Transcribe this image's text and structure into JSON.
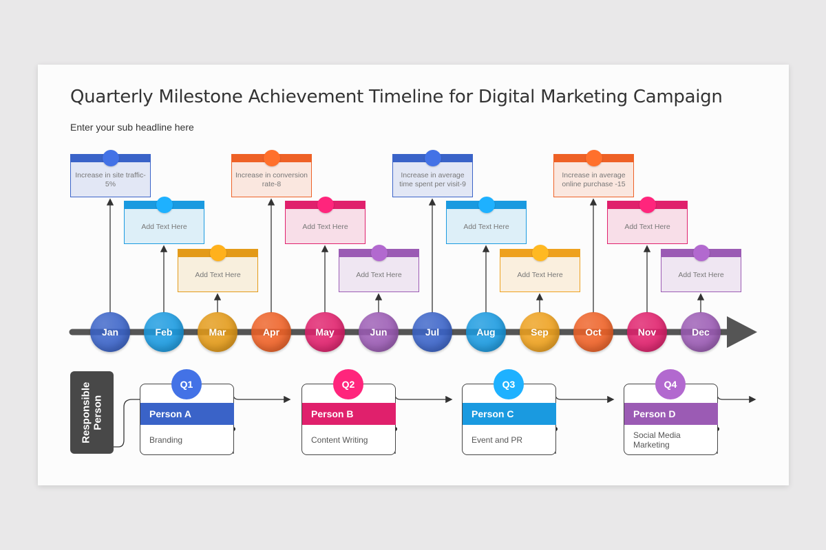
{
  "title": "Quarterly Milestone Achievement Timeline for Digital Marketing Campaign",
  "subtitle": "Enter your sub headline here",
  "months": [
    {
      "label": "Jan",
      "color": "#3a63c8",
      "callout": "Increase in site traffic-5%",
      "row": 1
    },
    {
      "label": "Feb",
      "color": "#1a9ae0",
      "callout": "Add Text Here",
      "row": 2
    },
    {
      "label": "Mar",
      "color": "#e39a18",
      "callout": "Add Text Here",
      "row": 3
    },
    {
      "label": "Apr",
      "color": "#ee6126",
      "callout": "Increase in conversion rate-8",
      "row": 1
    },
    {
      "label": "May",
      "color": "#e0206c",
      "callout": "Add Text Here",
      "row": 2
    },
    {
      "label": "Jun",
      "color": "#9b5bb4",
      "callout": "Add Text Here",
      "row": 3
    },
    {
      "label": "Jul",
      "color": "#3a63c8",
      "callout": "Increase in average time spent per visit-9",
      "row": 1
    },
    {
      "label": "Aug",
      "color": "#1a9ae0",
      "callout": "Add Text Here",
      "row": 2
    },
    {
      "label": "Sep",
      "color": "#eea11e",
      "callout": "Add Text Here",
      "row": 3
    },
    {
      "label": "Oct",
      "color": "#ee6126",
      "callout": "Increase in average online purchase -15",
      "row": 1
    },
    {
      "label": "Nov",
      "color": "#e0206c",
      "callout": "Add Text Here",
      "row": 2
    },
    {
      "label": "Dec",
      "color": "#9b5bb4",
      "callout": "Add Text Here",
      "row": 3
    }
  ],
  "responsible_label": "Responsible Person",
  "quarters": [
    {
      "q": "Q1",
      "person": "Person A",
      "role": "Branding",
      "color": "#3a63c8"
    },
    {
      "q": "Q2",
      "person": "Person B",
      "role": "Content Writing",
      "color": "#e0206c"
    },
    {
      "q": "Q3",
      "person": "Person C",
      "role": "Event and PR",
      "color": "#1a9ae0"
    },
    {
      "q": "Q4",
      "person": "Person D",
      "role": "Social Media Marketing",
      "color": "#9b5bb4"
    }
  ]
}
